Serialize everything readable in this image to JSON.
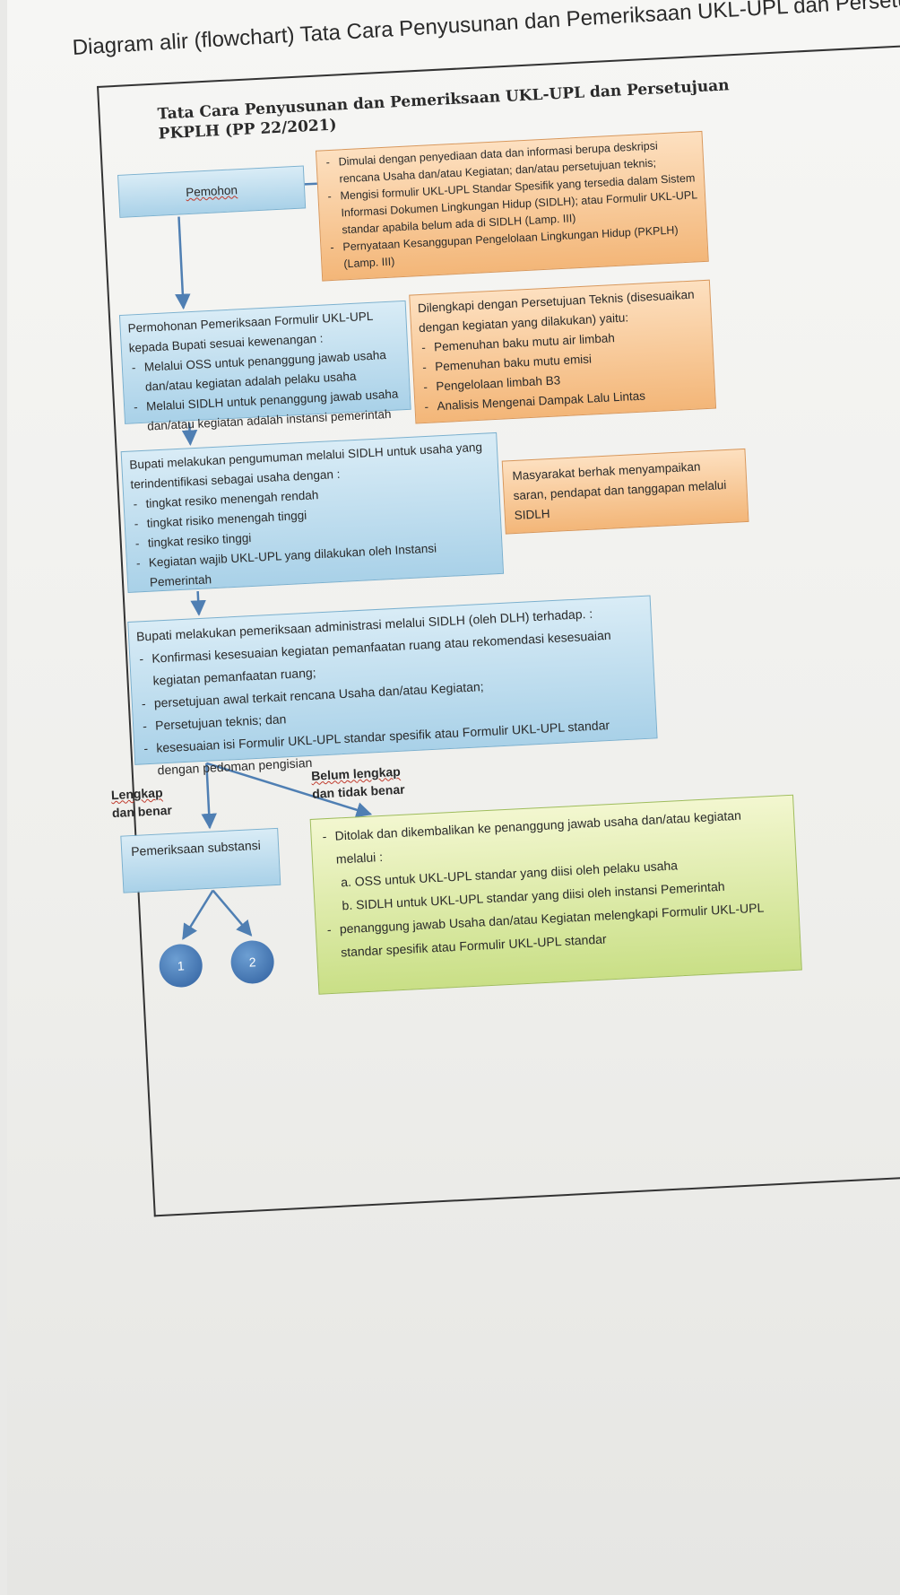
{
  "document_title": "Diagram alir (flowchart) Tata Cara Penyusunan dan Pemeriksaan UKL-UPL dan Persetujuan",
  "heading": {
    "line1": "Tata Cara Penyusunan dan Pemeriksaan UKL-UPL dan Persetujuan",
    "line2": "PKPLH (PP 22/2021)"
  },
  "nodes": {
    "pemohon": "Pemohon",
    "pemohon_notes": [
      "Dimulai dengan penyediaan data dan informasi berupa deskripsi rencana Usaha dan/atau Kegiatan; dan/atau persetujuan teknis;",
      "Mengisi formulir UKL-UPL Standar Spesifik yang tersedia dalam Sistem Informasi Dokumen Lingkungan Hidup (SIDLH); atau Formulir UKL-UPL standar apabila belum ada di SIDLH (Lamp. III)",
      "Pernyataan Kesanggupan Pengelolaan Lingkungan Hidup (PKPLH) (Lamp. III)"
    ],
    "permohonan": {
      "intro": "Permohonan Pemeriksaan Formulir UKL-UPL kepada Bupati sesuai kewenangan :",
      "items": [
        "Melalui OSS untuk penanggung jawab usaha dan/atau kegiatan adalah pelaku usaha",
        "Melalui SIDLH untuk penanggung jawab usaha dan/atau kegiatan adalah instansi pemerintah"
      ]
    },
    "persetujuan_teknis": {
      "intro": "Dilengkapi dengan Persetujuan Teknis (disesuaikan dengan kegiatan yang dilakukan) yaitu:",
      "items": [
        "Pemenuhan baku mutu air limbah",
        "Pemenuhan baku mutu emisi",
        "Pengelolaan limbah B3",
        "Analisis Mengenai Dampak Lalu Lintas"
      ]
    },
    "pengumuman": {
      "intro": "Bupati melakukan pengumuman melalui SIDLH untuk usaha yang terindentifikasi sebagai usaha  dengan :",
      "items": [
        "tingkat resiko menengah rendah",
        "tingkat risiko menengah tinggi",
        "tingkat resiko tinggi",
        "Kegiatan wajib UKL-UPL yang dilakukan oleh Instansi Pemerintah"
      ]
    },
    "masyarakat": "Masyarakat berhak menyampaikan saran, pendapat dan tanggapan melalui SIDLH",
    "pemeriksaan_administrasi": {
      "intro": "Bupati melakukan pemeriksaan administrasi melalui SIDLH (oleh DLH) terhadap. :",
      "items": [
        "Konfirmasi kesesuaian kegiatan pemanfaatan ruang atau rekomendasi kesesuaian kegiatan pemanfaatan ruang;",
        "persetujuan awal terkait rencana Usaha dan/atau Kegiatan;",
        "Persetujuan teknis; dan",
        "kesesuaian isi Formulir UKL-UPL standar spesifik atau Formulir UKL-UPL standar dengan pedoman pengisian"
      ]
    },
    "branch_yes": {
      "line1": "Lengkap",
      "line2": "dan benar"
    },
    "branch_no": {
      "line1": "Belum lengkap",
      "line2": "dan tidak benar"
    },
    "pemeriksaan_substansi": "Pemeriksaan substansi",
    "ditolak": {
      "intro": "Ditolak dan dikembalikan ke penanggung jawab usaha dan/atau kegiatan melalui :",
      "sub": [
        "a.  OSS untuk UKL-UPL standar yang diisi oleh pelaku usaha",
        "b.  SIDLH untuk UKL-UPL standar yang diisi oleh instansi Pemerintah"
      ],
      "last": "penanggung jawab Usaha dan/atau Kegiatan melengkapi Formulir UKL-UPL standar spesifik atau Formulir UKL-UPL standar"
    },
    "circle_1": "1",
    "circle_2": "2"
  },
  "colors": {
    "process_box": "#a9d1e8",
    "note_box": "#f3b678",
    "reject_box": "#c9df86",
    "connector": "#4f7fb3",
    "circle": "#2f5f9e"
  }
}
